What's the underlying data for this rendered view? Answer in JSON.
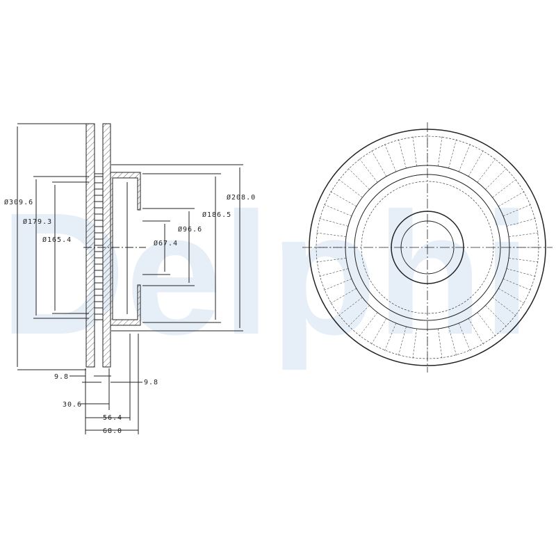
{
  "watermark": "Delphi",
  "dimensions": {
    "outer_diameter": "Ø309.6",
    "d179": "Ø179.3",
    "d165": "Ø165.4",
    "d208": "Ø208.0",
    "d186": "Ø186.5",
    "d96": "Ø96.6",
    "d67": "Ø67.4",
    "thick_left": "9.8",
    "thick_right": "9.8",
    "disc_thickness": "30.6",
    "offset": "56.4",
    "total_height": "68.0"
  },
  "colors": {
    "line": "#222222",
    "watermark": "#e6eef7"
  }
}
